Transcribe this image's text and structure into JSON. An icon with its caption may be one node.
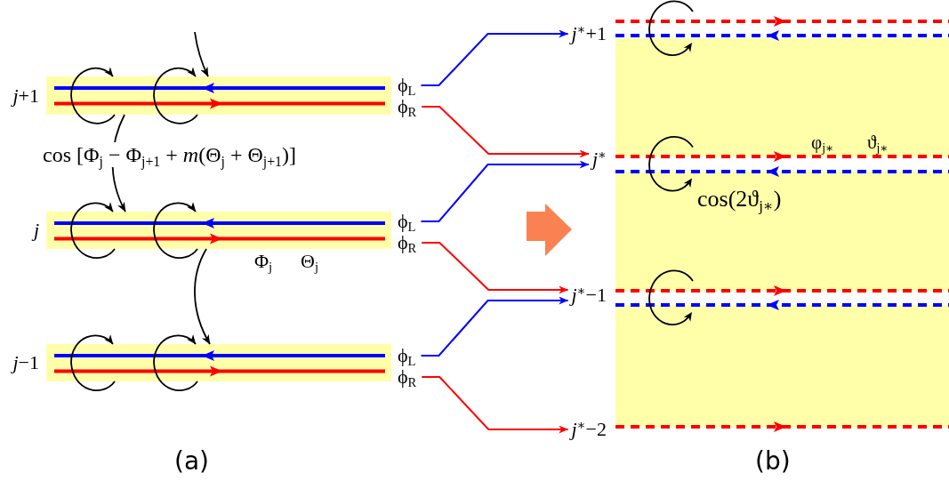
{
  "diagram": {
    "nodes": [
      {
        "text": [
          "*j*+1"
        ]
      },
      {
        "text": [
          "ϕ$_{L}$"
        ]
      },
      {
        "text": [
          "ϕ$_{R}$"
        ]
      },
      {
        "text": [
          "j"
        ],
        "beside": [
          "Φ$_{j}$",
          "Θ$_{j}$"
        ]
      },
      {
        "text": [
          "ϕ$_{L}$"
        ]
      },
      {
        "text": [
          "ϕ$_{R}$"
        ]
      },
      {
        "text": [
          "*j*−1"
        ]
      },
      {
        "text": [
          "ϕ$_{L}$"
        ]
      },
      {
        "text": [
          "ϕ$_{R}$"
        ]
      },
      {
        "text": [
          "*j*$^{∗}$+1"
        ]
      },
      {
        "text": [
          "*j*$^{∗}$"
        ]
      },
      {
        "text": [
          "*j*$^{∗}$−1"
        ]
      },
      {
        "text": [
          "*j*$^{∗}$−2"
        ]
      }
    ],
    "edges": [
      {
        "from": null,
        "to": 0,
        "arrow": "to"
      },
      {
        "from": 0,
        "to": 0,
        "arrow": "to"
      },
      {
        "from": 0,
        "to": 0,
        "arrow": "to"
      },
      {
        "from": 0,
        "to": 3,
        "arrow": "to",
        "label": "cos [Φ$_{j}$ − Φ$_{j+1}$ + *m*(Θ$_{j}$ + Θ$_{j+1}$)]"
      },
      {
        "from": 3,
        "to": 3,
        "arrow": "to"
      },
      {
        "from": 3,
        "to": 3,
        "arrow": "to"
      },
      {
        "from": 3,
        "to": 6,
        "arrow": "to"
      },
      {
        "from": 6,
        "to": 6,
        "arrow": "to"
      },
      {
        "from": 6,
        "to": 6,
        "arrow": "to"
      },
      {
        "from": 1,
        "to": 9,
        "arrow": "to",
        "color": "#0000ff"
      },
      {
        "from": 2,
        "to": 10,
        "arrow": "to",
        "color": "#ff0000"
      },
      {
        "from": 4,
        "to": 10,
        "arrow": "to",
        "color": "#0000ff"
      },
      {
        "from": 5,
        "to": 11,
        "arrow": "to",
        "color": "#ff0000"
      },
      {
        "from": 7,
        "to": 11,
        "arrow": "to",
        "color": "#0000ff"
      },
      {
        "from": 8,
        "to": 12,
        "arrow": "to",
        "color": "#ff0000"
      }
    ],
    "labels": [
      "φ$_{j∗}$",
      "ϑ$_{j∗}$",
      "cos(2ϑ$_{j∗}$)",
      "(a)",
      "(b)"
    ]
  }
}
